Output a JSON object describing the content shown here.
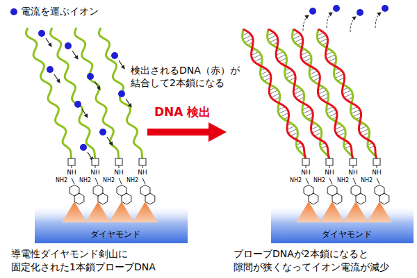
{
  "diagram": {
    "nodes": [
      {
        "text": [
          "ダイヤモンド"
        ]
      },
      {
        "text": [
          "ダイヤモンド"
        ]
      }
    ],
    "labels": [
      "検出されるDNA（赤）が 結合して2本鎖になる",
      "DNA 検出",
      "NH",
      "NH",
      "NH",
      "NH",
      "NH2",
      "NH2",
      "NH2",
      "NH2",
      "NH",
      "NH",
      "NH",
      "NH",
      "NH2",
      "NH2",
      "NH2",
      "NH2",
      "導電性ダイヤモンド剣山に 固定化された1本鎖プローブDNA",
      "プローブDNAが2本鎖になると 隙間が狭くなってイオン電流が減少"
    ],
    "legend": [
      {
        "text": "電流を運ぶイオン",
        "color": "#1f1fd6"
      }
    ]
  }
}
